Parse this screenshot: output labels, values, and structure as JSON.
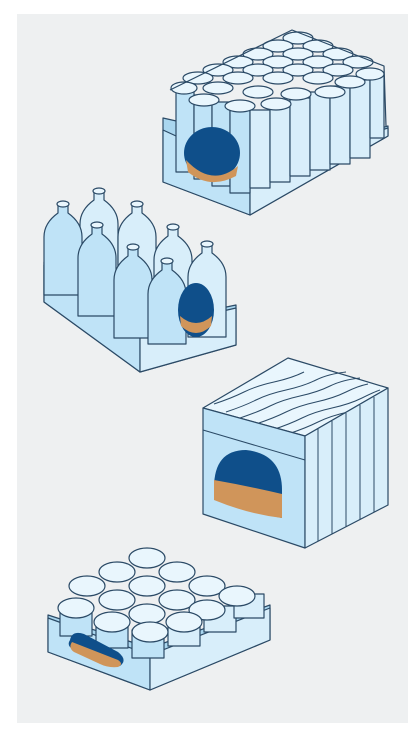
{
  "colors": {
    "panel": "#eef0f1",
    "container_fill": "#bfe3f7",
    "container_light": "#d8eefa",
    "container_top": "#e9f6fd",
    "outline": "#2b4a66",
    "highlight_blue": "#0f4f8a",
    "highlight_tan": "#d0955a"
  },
  "figures": [
    {
      "name": "cans-tray-shrinkwrapped",
      "icon": "cans-in-tray-icon"
    },
    {
      "name": "bottles-tray-shrinkwrapped",
      "icon": "bottles-in-tray-icon"
    },
    {
      "name": "cartons-box-shrinkwrapped",
      "icon": "cartons-in-box-icon"
    },
    {
      "name": "jars-tray-shrinkwrapped",
      "icon": "jars-in-tray-icon"
    }
  ]
}
